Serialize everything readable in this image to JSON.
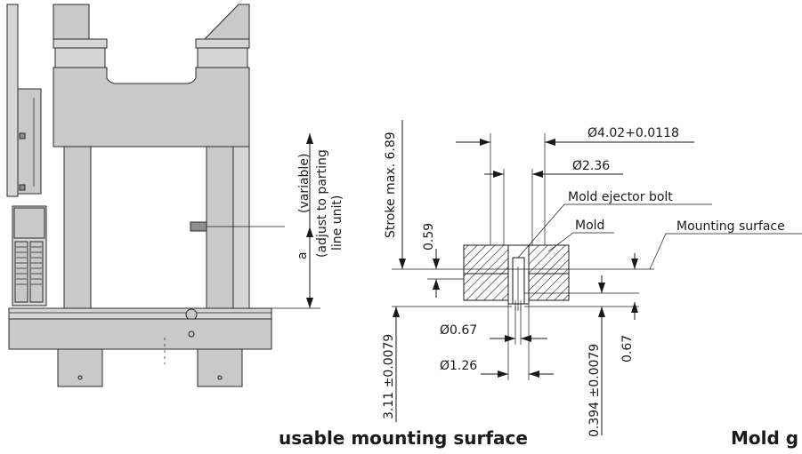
{
  "labels": {
    "d1": "Ø4.02+0.0118",
    "d2": "Ø2.36",
    "ejector": "Mold ejector bolt",
    "mold": "Mold",
    "mounting": "Mounting surface",
    "stroke": "Stroke max. 6.89",
    "h059": "0.59",
    "variable": "(variable)",
    "adjust1": "(adjust to parting",
    "adjust2": "line unit)",
    "a": "a",
    "d067": "Ø0.67",
    "d126": "Ø1.26",
    "h311": "3.11 ±0.0079",
    "h394": "0.394 ±0.0079",
    "h067": "0.67"
  },
  "captions": {
    "left": "usable mounting surface",
    "right": "Mold g"
  }
}
